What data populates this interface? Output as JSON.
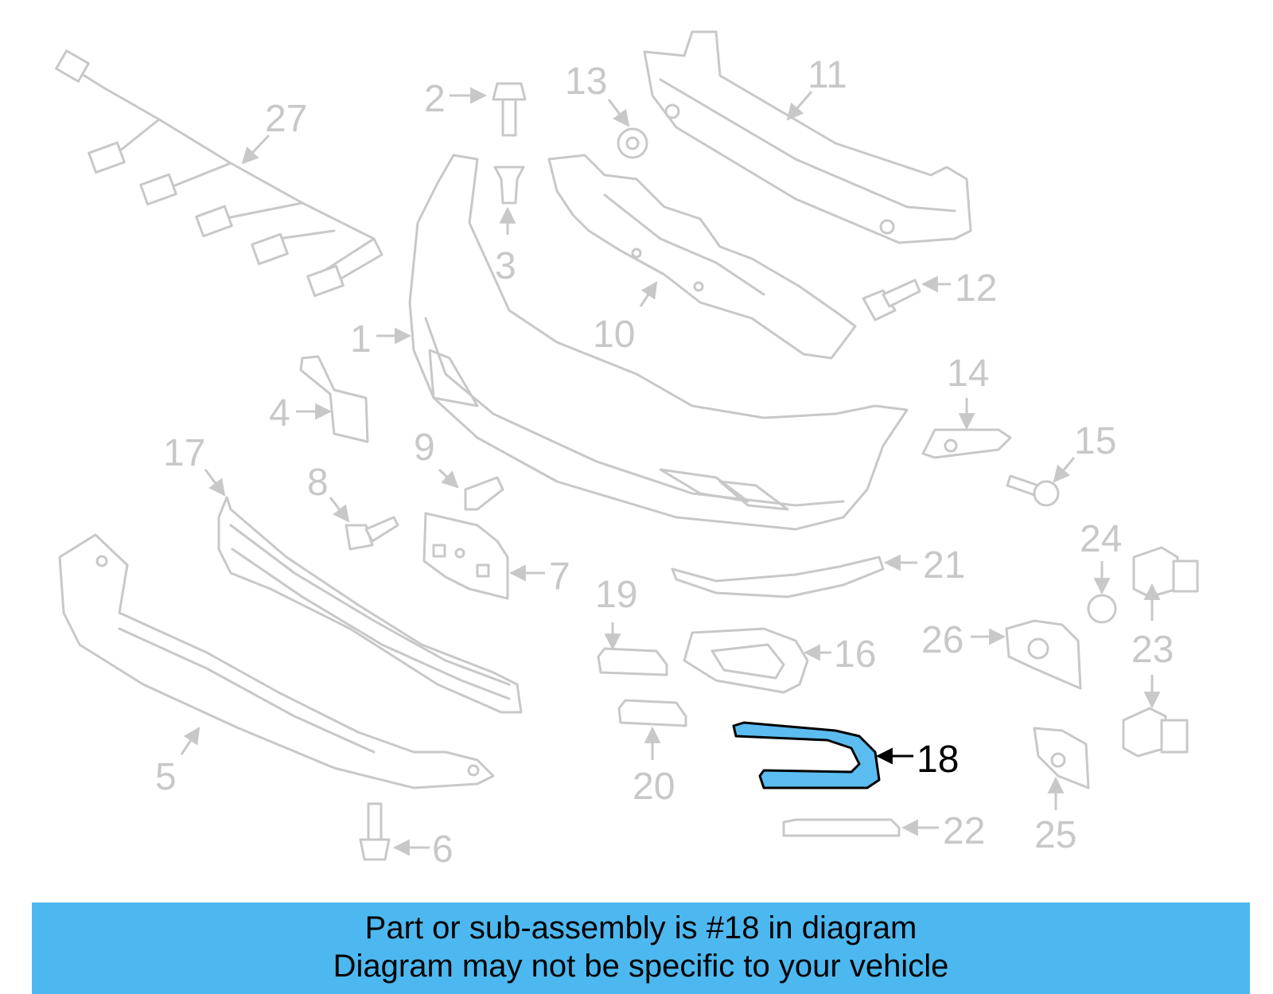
{
  "diagram": {
    "highlight_color": "#5bbcf0",
    "part_color": "#c8c8c8",
    "highlighted_part": "18",
    "callouts": {
      "c1": "1",
      "c2": "2",
      "c3": "3",
      "c4": "4",
      "c5": "5",
      "c6": "6",
      "c7": "7",
      "c8": "8",
      "c9": "9",
      "c10": "10",
      "c11": "11",
      "c12": "12",
      "c13": "13",
      "c14": "14",
      "c15": "15",
      "c16": "16",
      "c17": "17",
      "c18": "18",
      "c19": "19",
      "c20": "20",
      "c21": "21",
      "c22": "22",
      "c23": "23",
      "c24": "24",
      "c25": "25",
      "c26": "26",
      "c27": "27"
    }
  },
  "banner": {
    "color": "#4db8f0",
    "line1": "Part or sub-assembly is #18 in diagram",
    "line2": "Diagram may not be specific to your vehicle"
  }
}
